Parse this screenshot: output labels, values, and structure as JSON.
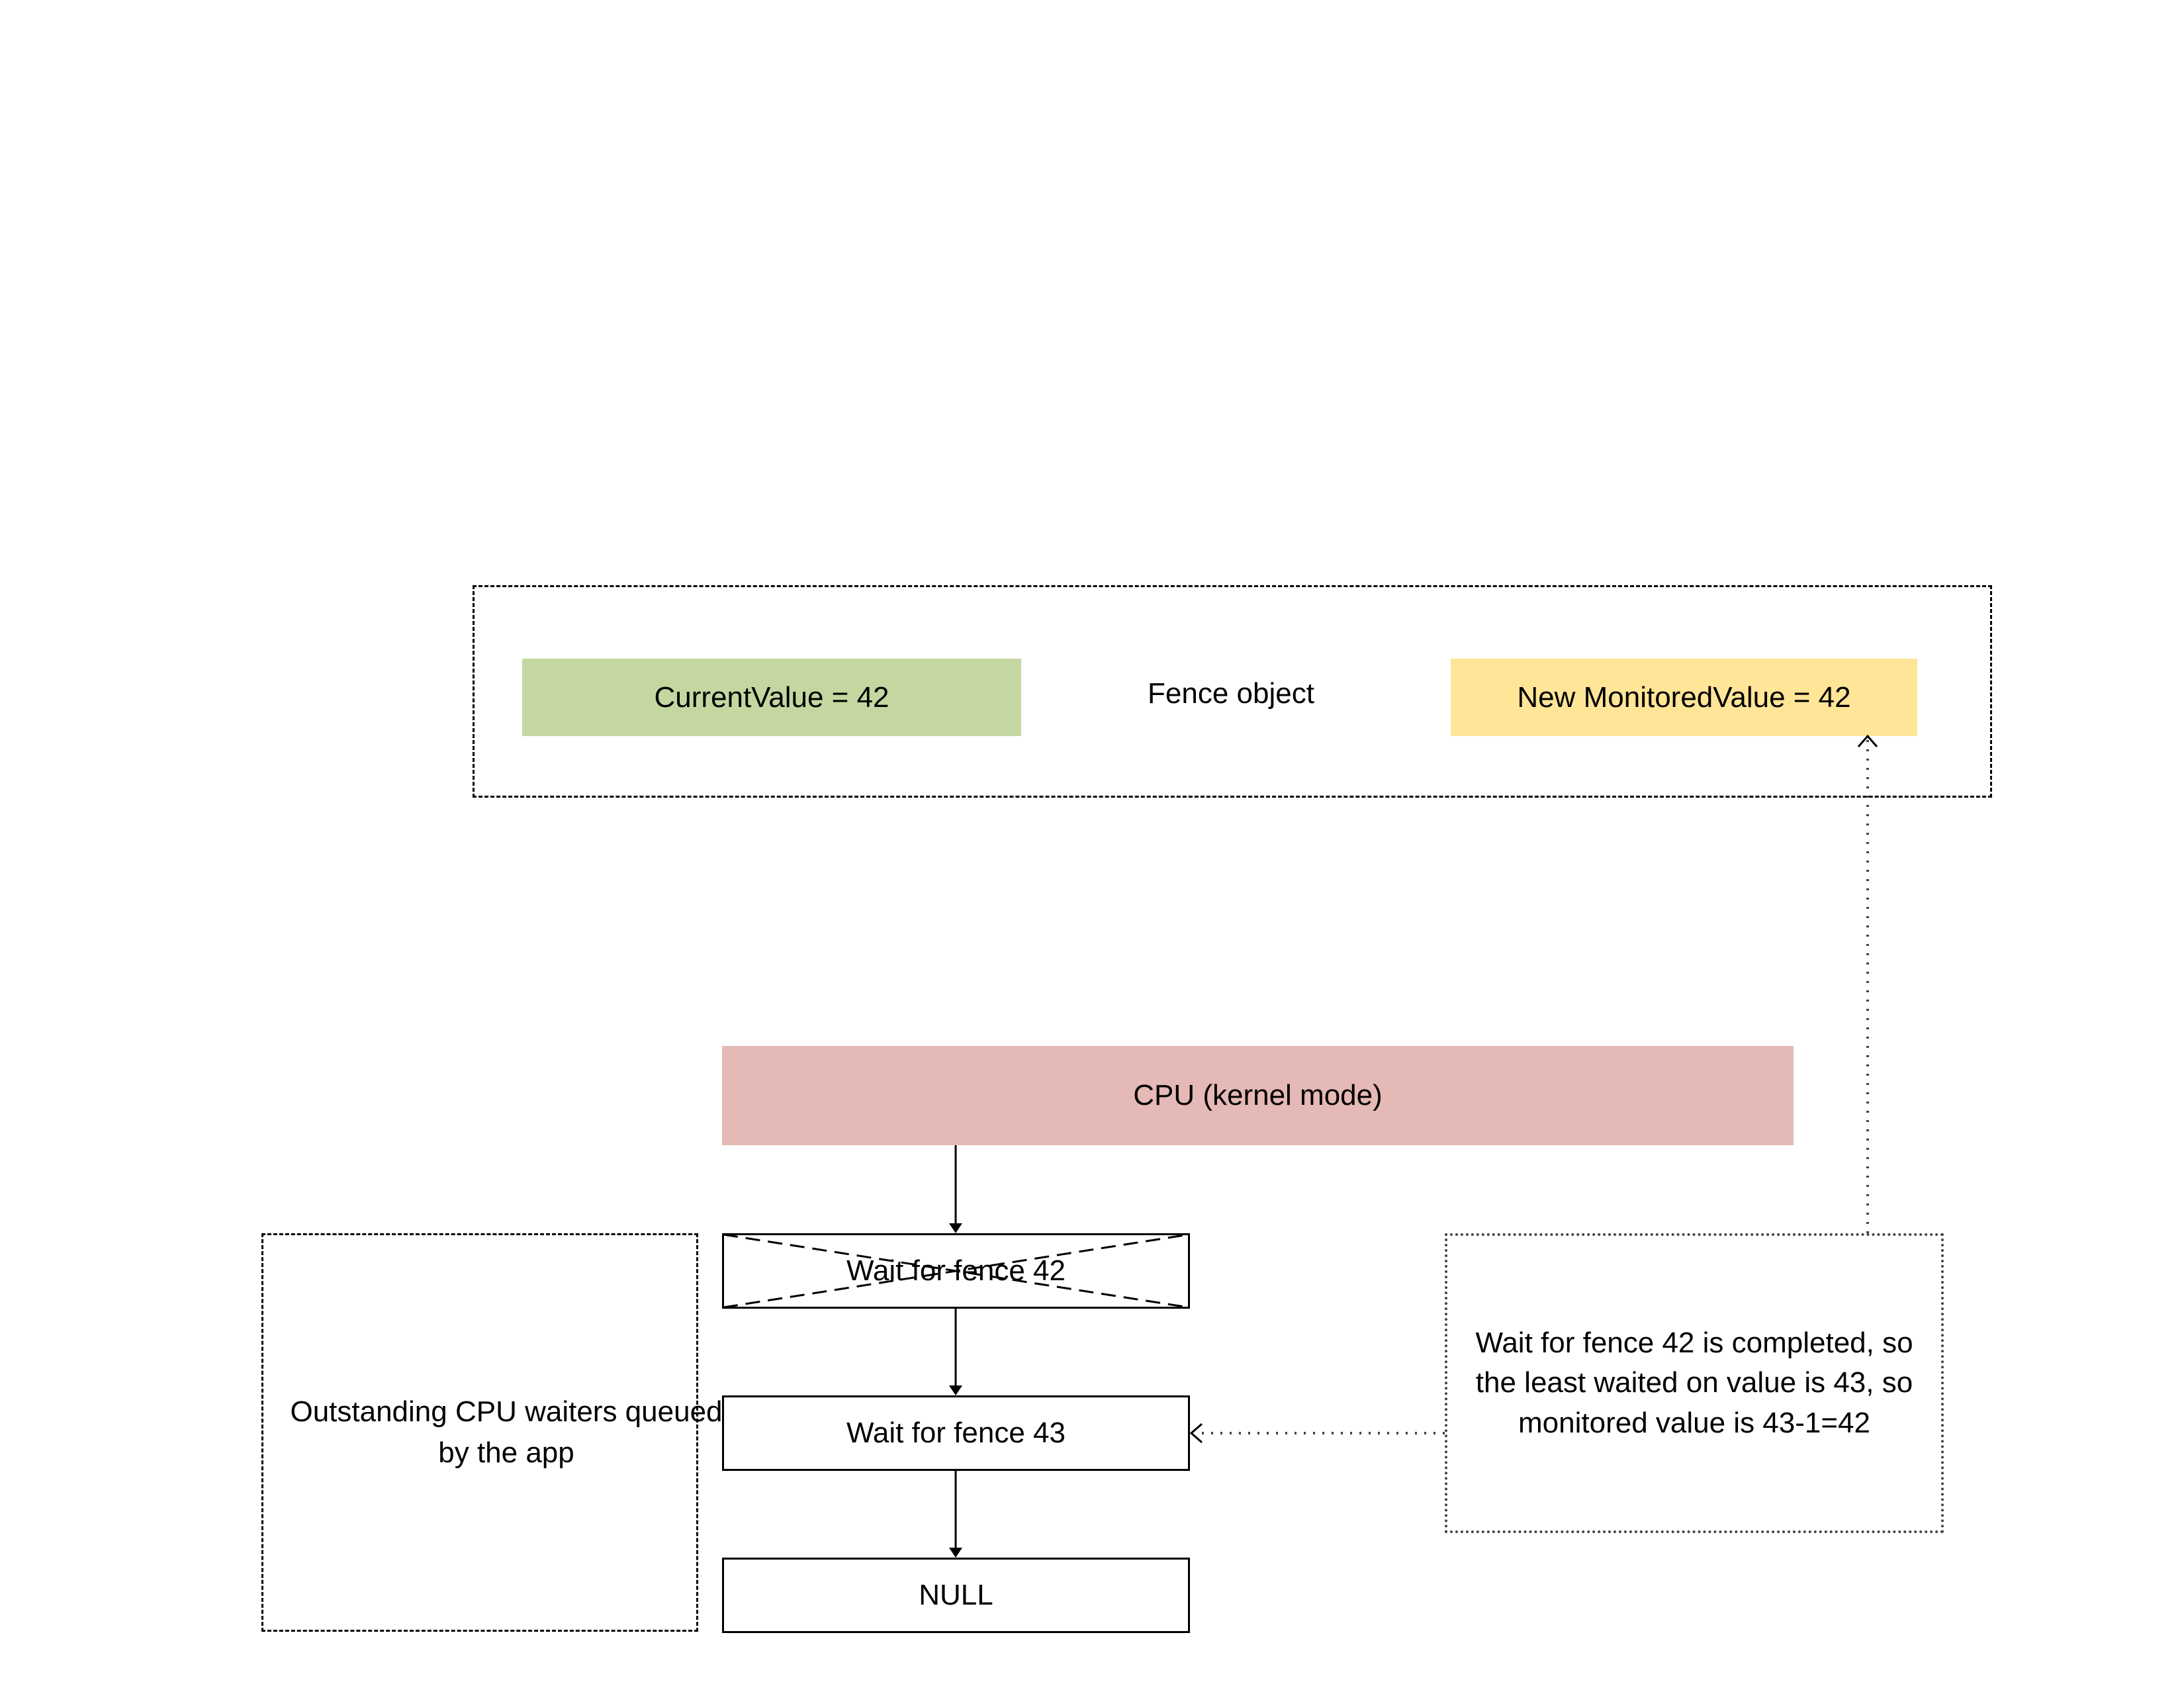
{
  "fence_object": {
    "label": "Fence object",
    "current_value": "CurrentValue = 42",
    "monitored_value": "New MonitoredValue = 42",
    "current_value_color": "#c4d7a0",
    "monitored_value_color": "#ffe597"
  },
  "cpu": {
    "label": "CPU (kernel mode)",
    "color": "#e5b9b5"
  },
  "waiters": {
    "label": "Outstanding CPU waiters queued by the app",
    "queue": [
      {
        "label": "Wait for fence 42",
        "crossed_out": true
      },
      {
        "label": "Wait for fence 43",
        "crossed_out": false
      },
      {
        "label": "NULL",
        "crossed_out": false
      }
    ]
  },
  "note": {
    "text": "Wait for fence 42 is completed, so the least waited on value is 43, so monitored value is 43-1=42"
  }
}
